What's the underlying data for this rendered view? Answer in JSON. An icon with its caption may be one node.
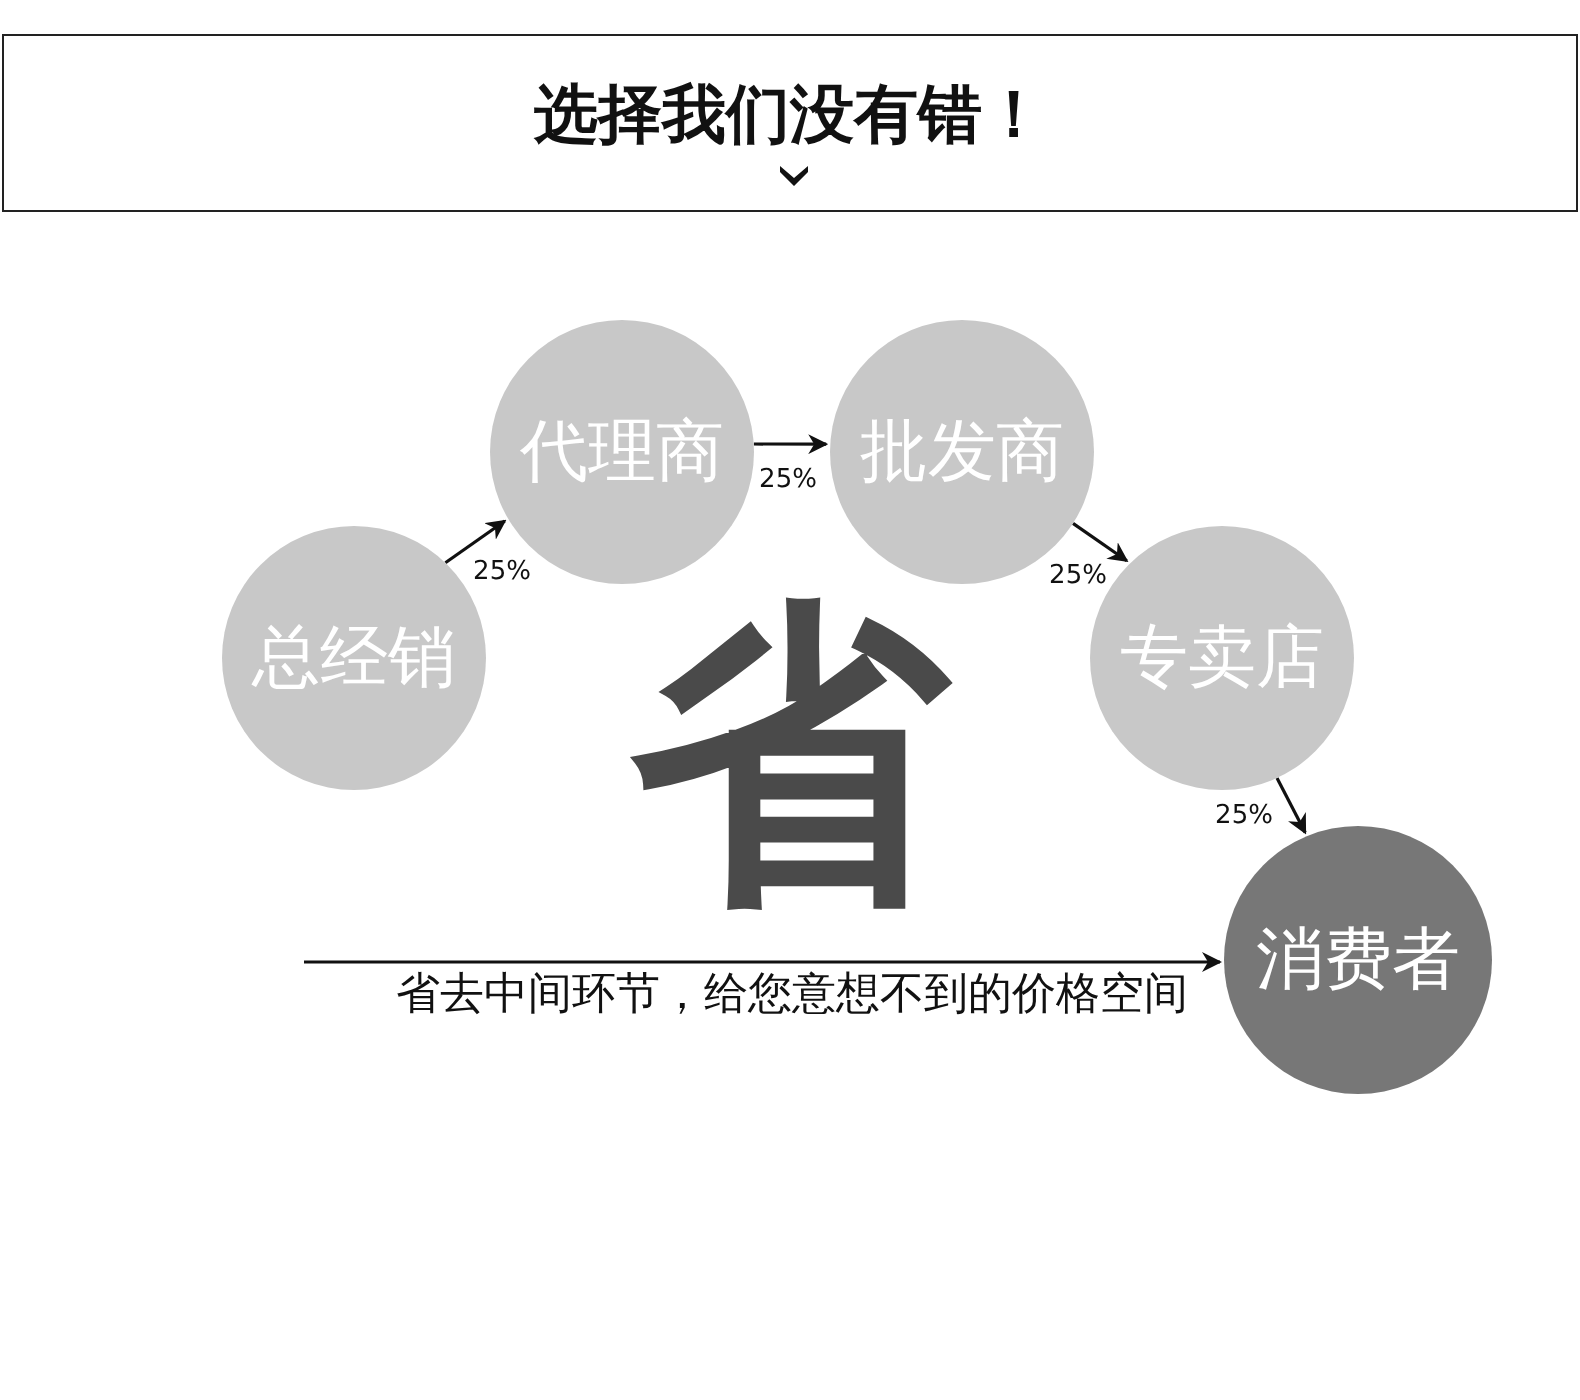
{
  "diagram": {
    "title": "选择我们没有错！",
    "nodes": [
      {
        "text": [
          "总经销"
        ]
      },
      {
        "text": [
          "代理商"
        ]
      },
      {
        "text": [
          "批发商"
        ]
      },
      {
        "text": [
          "专卖店"
        ]
      },
      {
        "text": [
          "消费者"
        ]
      }
    ],
    "edges": [
      {
        "from": 0,
        "to": 1,
        "arrow": "to",
        "label": "25%"
      },
      {
        "from": 1,
        "to": 2,
        "arrow": "to",
        "label": "25%"
      },
      {
        "from": 2,
        "to": 3,
        "arrow": "to",
        "label": "25%"
      },
      {
        "from": 3,
        "to": 4,
        "arrow": "to",
        "label": "25%"
      },
      {
        "from": null,
        "to": 4,
        "arrow": "to",
        "label": "省去中间环节，给您意想不到的价格空间"
      }
    ],
    "labels": [
      "省"
    ]
  }
}
